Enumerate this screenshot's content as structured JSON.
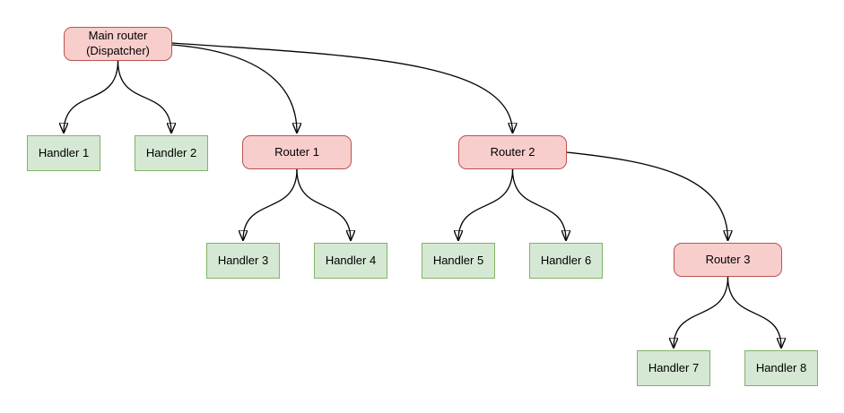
{
  "diagram": {
    "type": "tree",
    "background": "#ffffff",
    "colors": {
      "router_fill": "#f8cecc",
      "router_border": "#b85450",
      "handler_fill": "#d5e8d4",
      "handler_border": "#82b366",
      "edge_color": "#000000",
      "text_color": "#000000"
    },
    "nodes": {
      "main_router": {
        "label": "Main router\n(Dispatcher)",
        "kind": "router"
      },
      "handler_1": {
        "label": "Handler 1",
        "kind": "handler"
      },
      "handler_2": {
        "label": "Handler 2",
        "kind": "handler"
      },
      "router_1": {
        "label": "Router 1",
        "kind": "router"
      },
      "router_2": {
        "label": "Router 2",
        "kind": "router"
      },
      "handler_3": {
        "label": "Handler 3",
        "kind": "handler"
      },
      "handler_4": {
        "label": "Handler 4",
        "kind": "handler"
      },
      "handler_5": {
        "label": "Handler 5",
        "kind": "handler"
      },
      "handler_6": {
        "label": "Handler 6",
        "kind": "handler"
      },
      "router_3": {
        "label": "Router 3",
        "kind": "router"
      },
      "handler_7": {
        "label": "Handler 7",
        "kind": "handler"
      },
      "handler_8": {
        "label": "Handler 8",
        "kind": "handler"
      }
    },
    "edges": [
      {
        "from": "Main router (Dispatcher)",
        "to": "Handler 1"
      },
      {
        "from": "Main router (Dispatcher)",
        "to": "Handler 2"
      },
      {
        "from": "Main router (Dispatcher)",
        "to": "Router 1"
      },
      {
        "from": "Main router (Dispatcher)",
        "to": "Router 2"
      },
      {
        "from": "Router 1",
        "to": "Handler 3"
      },
      {
        "from": "Router 1",
        "to": "Handler 4"
      },
      {
        "from": "Router 2",
        "to": "Handler 5"
      },
      {
        "from": "Router 2",
        "to": "Handler 6"
      },
      {
        "from": "Router 2",
        "to": "Router 3"
      },
      {
        "from": "Router 3",
        "to": "Handler 7"
      },
      {
        "from": "Router 3",
        "to": "Handler 8"
      }
    ]
  }
}
